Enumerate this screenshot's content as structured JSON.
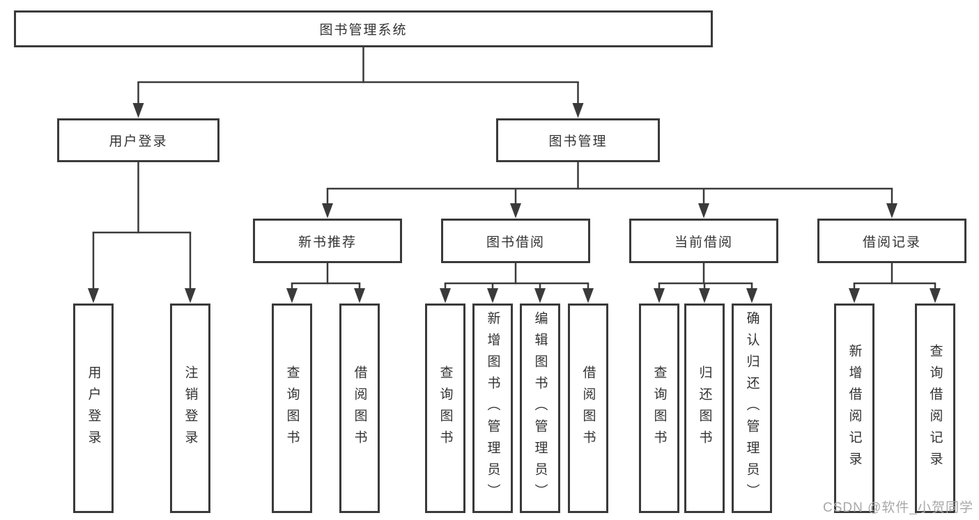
{
  "diagram_title": "图书管理系统",
  "tree": {
    "root": {
      "label": "图书管理系统"
    },
    "branches": [
      {
        "label": "用户登录",
        "children": [
          {
            "label": "用户登录"
          },
          {
            "label": "注销登录"
          }
        ]
      },
      {
        "label": "图书管理",
        "groups": [
          {
            "label": "新书推荐",
            "children": [
              {
                "label": "查询图书"
              },
              {
                "label": "借阅图书"
              }
            ]
          },
          {
            "label": "图书借阅",
            "children": [
              {
                "label": "查询图书"
              },
              {
                "label": "新增图书（管理员）"
              },
              {
                "label": "编辑图书（管理员）"
              },
              {
                "label": "借阅图书"
              }
            ]
          },
          {
            "label": "当前借阅",
            "children": [
              {
                "label": "查询图书"
              },
              {
                "label": "归还图书"
              },
              {
                "label": "确认归还（管理员）"
              }
            ]
          },
          {
            "label": "借阅记录",
            "children": [
              {
                "label": "新增借阅记录"
              },
              {
                "label": "查询借阅记录"
              }
            ]
          }
        ]
      }
    ]
  },
  "watermark": {
    "text": "CSDN @软件_小贺同学"
  },
  "colors": {
    "line": "#3a3a3a",
    "text": "#333333",
    "watermark": "#a8a8a8",
    "background": "#ffffff"
  }
}
